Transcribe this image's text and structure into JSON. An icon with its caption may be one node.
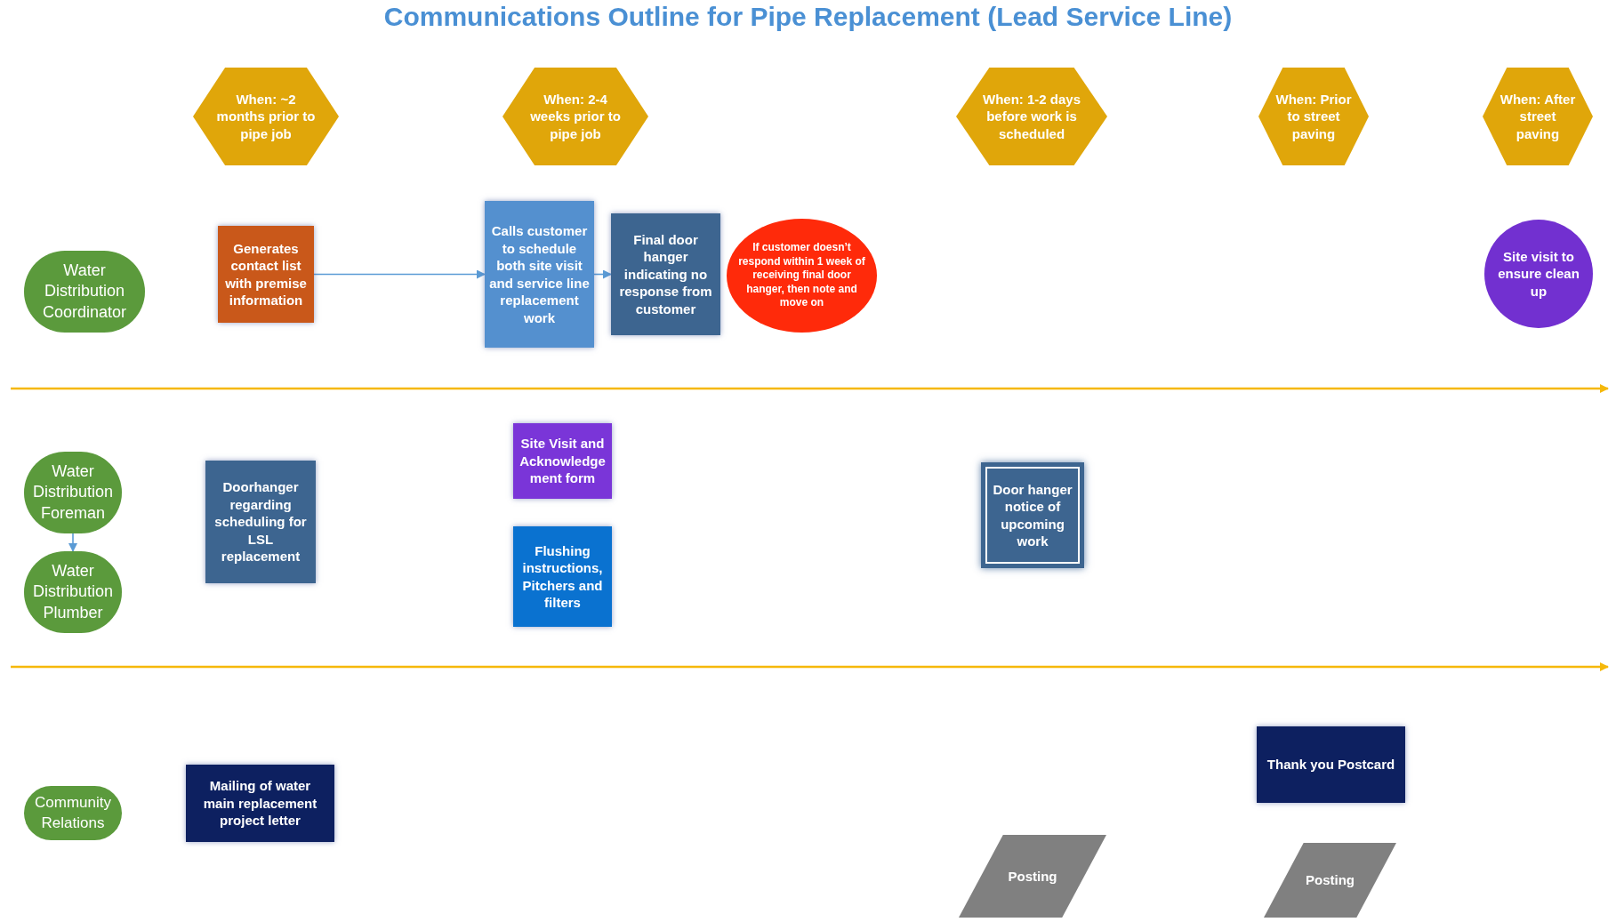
{
  "diagram": {
    "title": "Communications Outline for Pipe Replacement (Lead Service Line)",
    "nodes": [
      {
        "text": [
          "When: ~2 months prior to pipe job"
        ]
      },
      {
        "text": [
          "When: 2-4 weeks prior to pipe job"
        ]
      },
      {
        "text": [
          "When: 1-2 days before work is scheduled"
        ]
      },
      {
        "text": [
          "When: Prior to street paving"
        ]
      },
      {
        "text": [
          "When: After street paving"
        ]
      },
      {
        "text": [
          "Water Distribution Coordinator"
        ]
      },
      {
        "text": [
          "Generates contact list with premise information"
        ]
      },
      {
        "text": [
          "Calls customer to schedule both site visit and service line replacement work"
        ]
      },
      {
        "text": [
          "Final door hanger indicating no response from customer"
        ]
      },
      {
        "text": [
          "If customer doesn’t respond within 1 week of receiving final door hanger, then note and move on"
        ]
      },
      {
        "text": [
          "Site visit to ensure clean up"
        ]
      },
      {
        "text": [
          "Water Distribution Foreman"
        ]
      },
      {
        "text": [
          "Water Distribution Plumber"
        ]
      },
      {
        "text": [
          "Doorhanger regarding scheduling for LSL replacement"
        ]
      },
      {
        "text": [
          "Site Visit and Acknowledge ment form"
        ]
      },
      {
        "text": [
          "Flushing instructions, Pitchers and filters"
        ]
      },
      {
        "text": [
          "Door hanger notice of upcoming work"
        ]
      },
      {
        "text": [
          "Community Relations"
        ]
      },
      {
        "text": [
          "Mailing of water main replacement project letter"
        ]
      },
      {
        "text": [
          "Thank you Postcard"
        ]
      },
      {
        "text": [
          "Posting"
        ]
      },
      {
        "text": [
          "Posting"
        ]
      }
    ],
    "edges": [
      {
        "from": 6,
        "to": 7,
        "arrow": "to"
      },
      {
        "from": 7,
        "to": 8,
        "arrow": "to"
      },
      {
        "from": 11,
        "to": 12,
        "arrow": "to"
      }
    ]
  }
}
